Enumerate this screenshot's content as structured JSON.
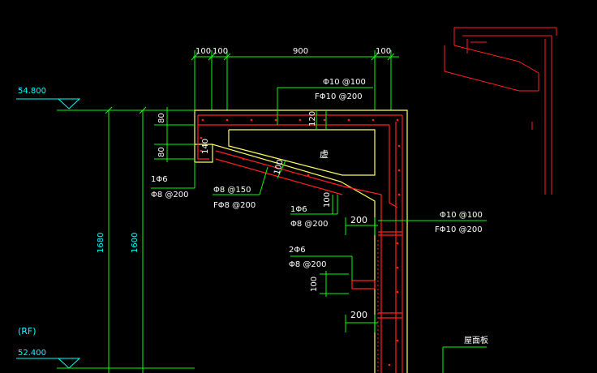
{
  "colors": {
    "background": "#000000",
    "dimension": "#00ff00",
    "elevation_text": "#00ffff",
    "concrete_outline": "#ffff66",
    "rebar": "#ff2020",
    "text": "#ffffff"
  },
  "dimensions_top": {
    "d1": "100",
    "d2": "100",
    "d3": "900",
    "d4": "100"
  },
  "elevations": {
    "top": "54.800",
    "roof_label": "(RF)",
    "bottom": "52.400"
  },
  "vertical_dims": {
    "outer": "1680",
    "inner": "1600"
  },
  "slab_dims": {
    "top_thickness": "80",
    "lip_height": "80",
    "lip_width": "140",
    "middle": "120"
  },
  "sloped_dims": {
    "slab_thickness": "100",
    "step_height": "100"
  },
  "wall_dims": {
    "step1_width": "200",
    "step2_width": "200",
    "step2_height": "100"
  },
  "rebar_labels": {
    "top_a": "Φ10 @100",
    "top_b": "FΦ10 @200",
    "lip_bar": "1Φ6",
    "lip_stirrup": "Φ8 @200",
    "slope_a": "Φ8 @150",
    "slope_b": "FΦ8 @200",
    "step1_bar": "1Φ6",
    "step1_stirrup": "Φ8 @200",
    "step2_bar": "2Φ6",
    "step2_stirrup": "Φ8 @200",
    "wall_a": "Φ10 @100",
    "wall_b": "FΦ10 @200"
  },
  "labels": {
    "cavity": "虚",
    "roof_slab": "屋面板"
  }
}
